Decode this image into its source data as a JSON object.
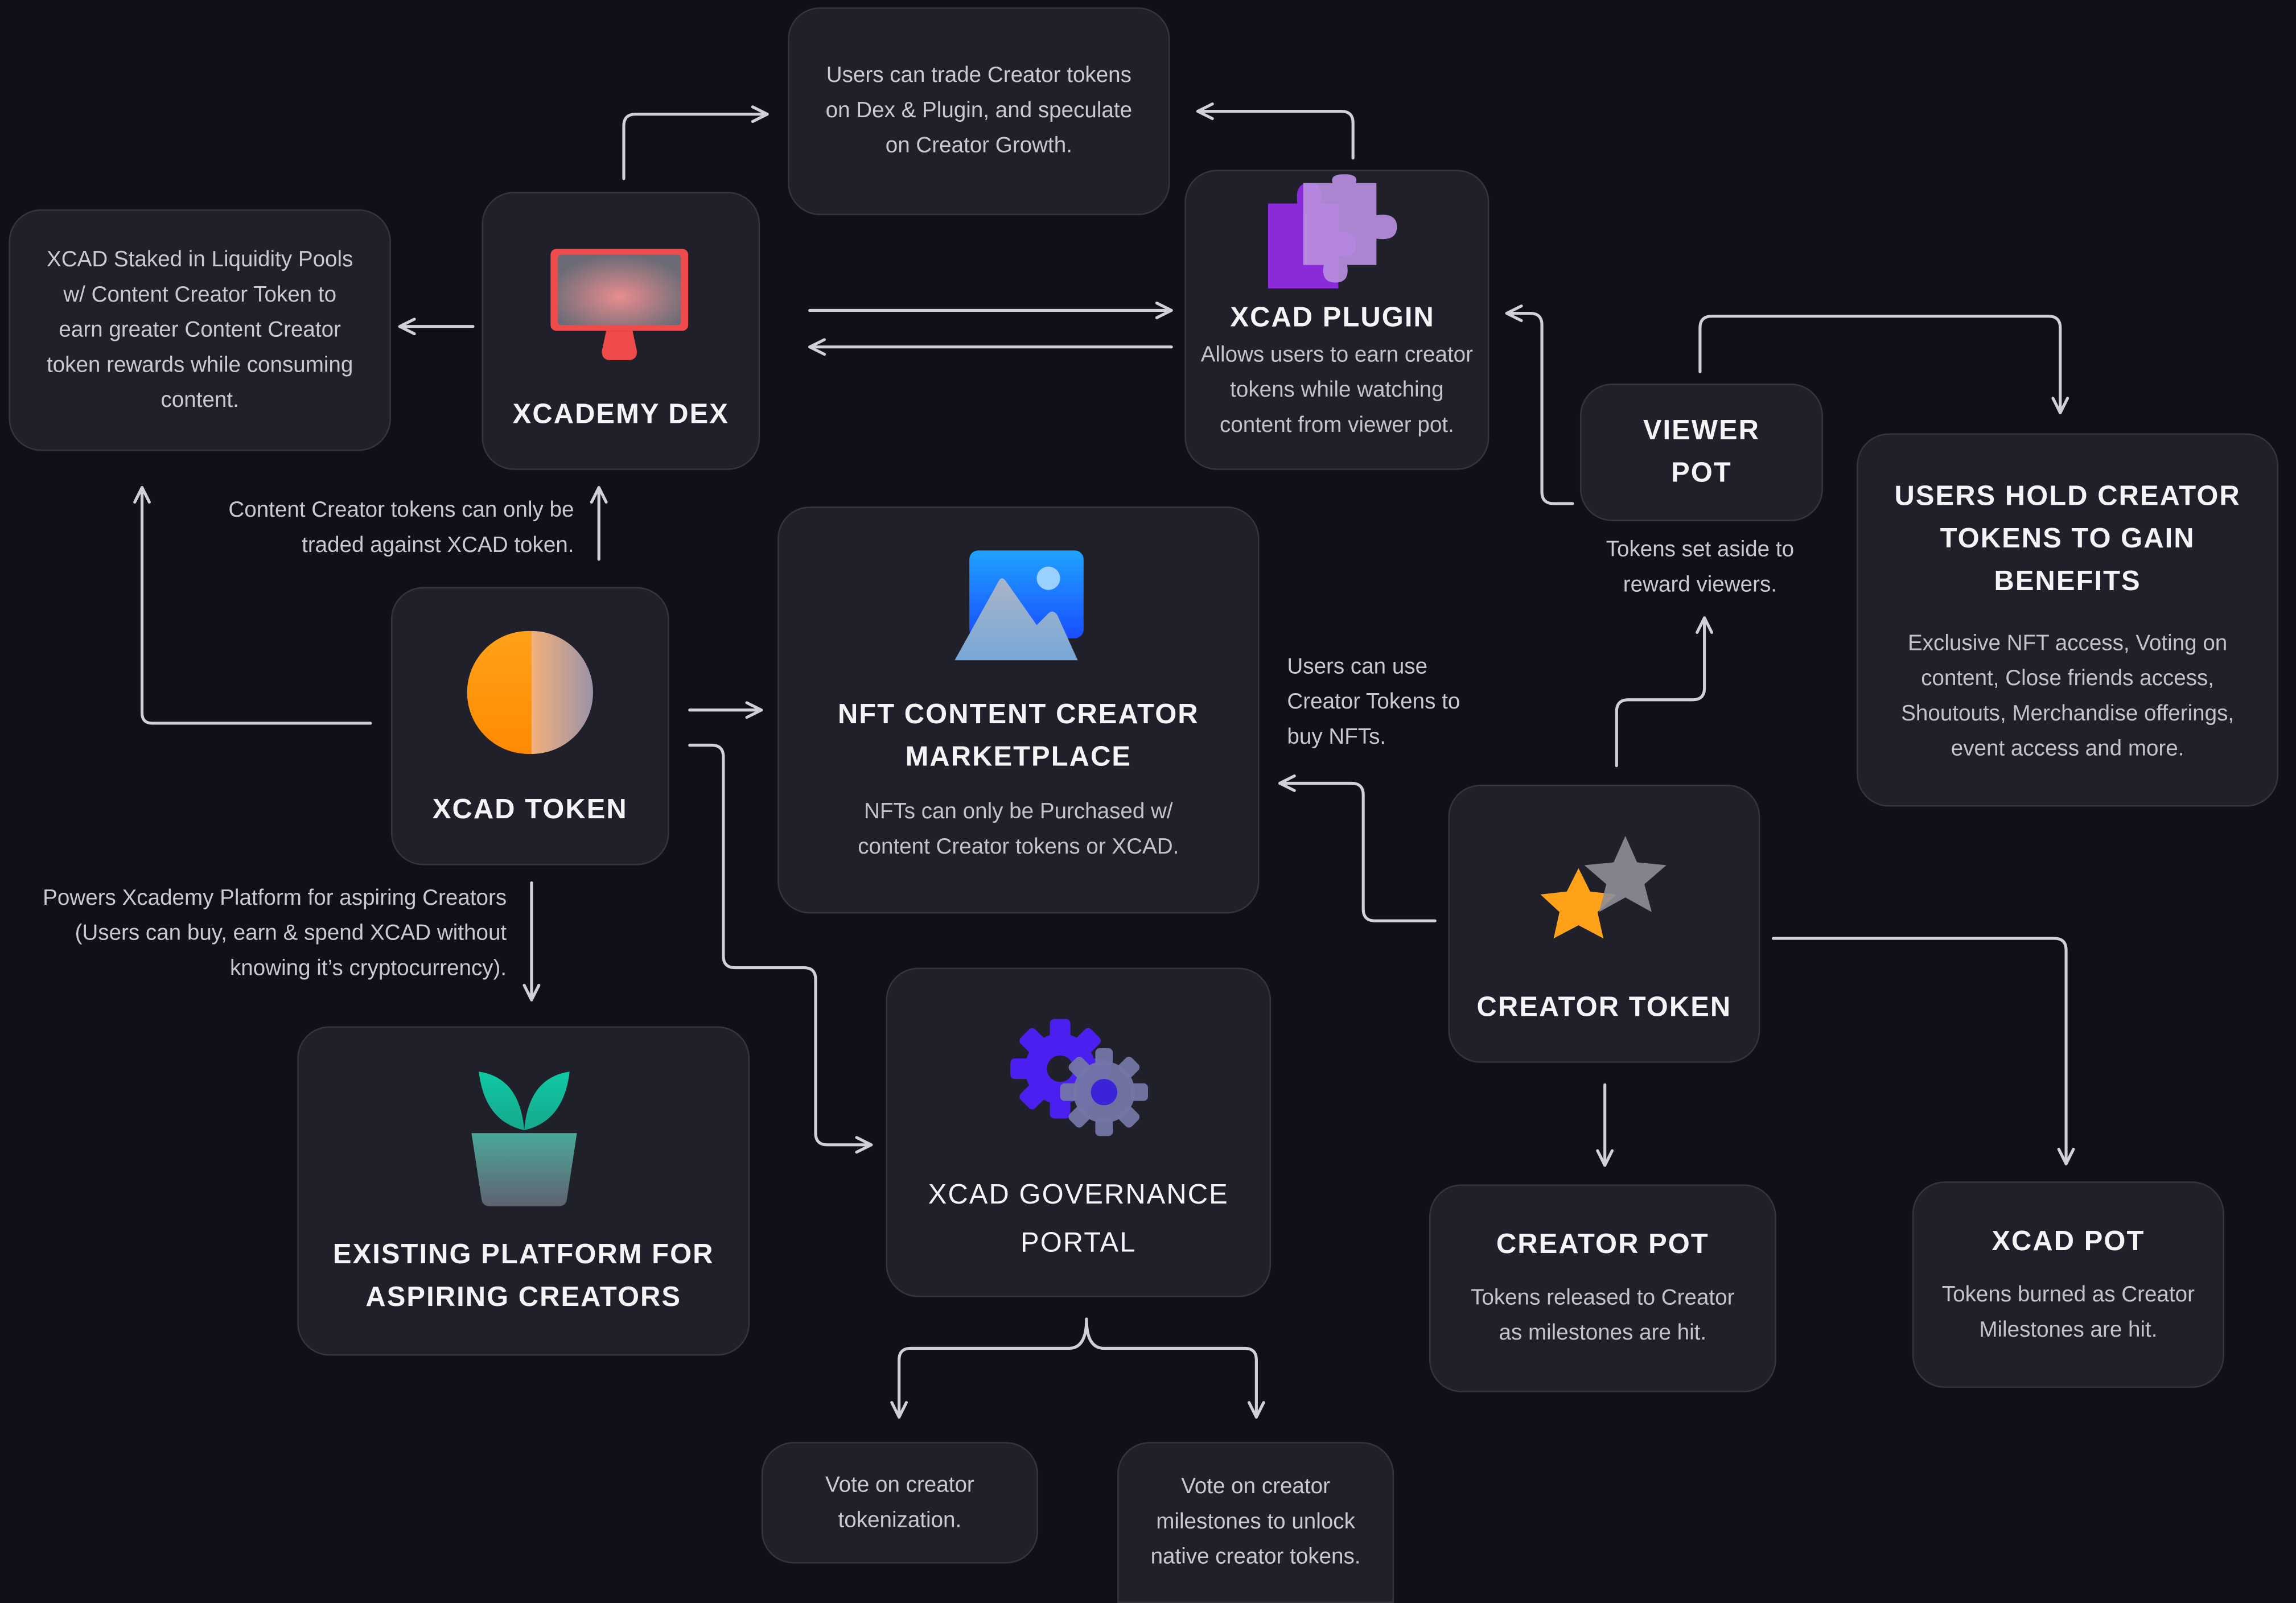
{
  "colors": {
    "background": "#10101b",
    "box": "#20202a",
    "box_border": "#34343f",
    "arrow": "#d0d0d8",
    "accent_red": "#ef4b4b",
    "accent_purple": "#8a2ad8",
    "accent_orange": "#ffa21a",
    "accent_blue": "#1f7bff",
    "accent_green": "#17c9a0",
    "accent_indigo": "#4b1ff0"
  },
  "nodes": {
    "xcademy_dex": {
      "title": "XCADEMY DEX",
      "icon": "monitor-icon"
    },
    "xcad_plugin": {
      "title": "XCAD PLUGIN",
      "desc": "Allows users to earn creator tokens while watching content from viewer pot.",
      "icon": "puzzle-icon"
    },
    "viewer_pot": {
      "title": "VIEWER POT"
    },
    "users_hold": {
      "title": "USERS HOLD CREATOR TOKENS TO GAIN BENEFITS",
      "desc": "Exclusive NFT access, Voting on content, Close friends access, Shoutouts, Merchandise offerings, event access and more."
    },
    "xcad_token": {
      "title": "XCAD TOKEN",
      "icon": "coin-icon"
    },
    "nft_marketplace": {
      "title": "NFT CONTENT CREATOR MARKETPLACE",
      "desc": "NFTs can only be Purchased w/ content Creator tokens or XCAD.",
      "icon": "image-icon"
    },
    "creator_token": {
      "title": "CREATOR TOKEN",
      "icon": "stars-icon"
    },
    "existing_platform": {
      "title": "EXISTING PLATFORM FOR ASPIRING CREATORS",
      "icon": "plant-icon"
    },
    "governance": {
      "title": "XCAD GOVERNANCE PORTAL",
      "icon": "gears-icon"
    },
    "creator_pot": {
      "title": "CREATOR POT",
      "desc": "Tokens released to Creator as milestones are hit."
    },
    "xcad_pot": {
      "title": "XCAD POT",
      "desc": "Tokens burned as Creator Milestones are hit."
    }
  },
  "notes": {
    "trade": "Users can trade Creator tokens on Dex & Plugin, and speculate on Creator Growth.",
    "staked": "XCAD Staked in Liquidity Pools w/ Content Creator Token to earn greater Content Creator token rewards while consuming content.",
    "vote_tokenization": "Vote on creator tokenization.",
    "vote_milestones": "Vote on creator milestones to unlock native creator tokens."
  },
  "labels": {
    "traded_against": "Content Creator tokens can only be traded against XCAD token.",
    "powers": "Powers Xcademy Platform for aspiring Creators (Users can buy, earn & spend XCAD without knowing it’s cryptocurrency).",
    "viewer_pot_caption": "Tokens set aside to reward viewers.",
    "buy_nfts": "Users can use Creator Tokens to buy NFTs."
  }
}
